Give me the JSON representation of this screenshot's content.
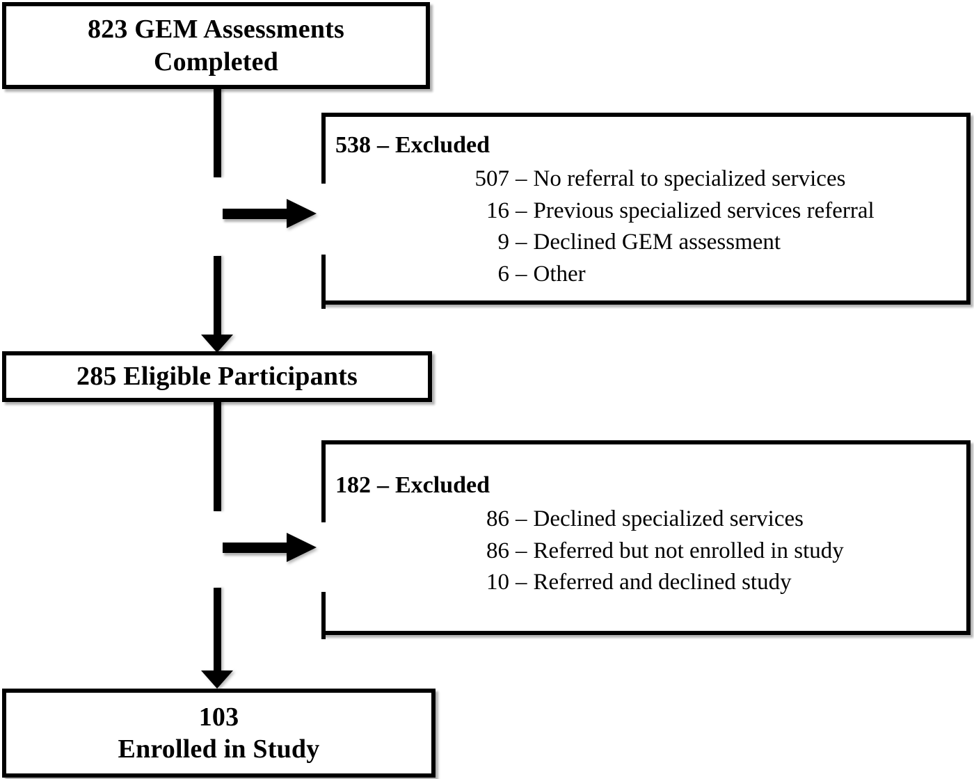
{
  "diagram": {
    "type": "participant-flow-chart",
    "nodes": {
      "top": {
        "line1": "823 GEM Assessments",
        "line2": "Completed"
      },
      "middle": {
        "line1": "285 Eligible Participants"
      },
      "bottom": {
        "line1": "103",
        "line2": "Enrolled in Study"
      }
    },
    "exclusions": [
      {
        "count": "538",
        "dash": "–",
        "title_label": "Excluded",
        "items": [
          {
            "count": "507",
            "dash": "–",
            "reason": "No referral to specialized services"
          },
          {
            "count": "16",
            "dash": "–",
            "reason": "Previous specialized services referral"
          },
          {
            "count": "9",
            "dash": "–",
            "reason": "Declined GEM assessment"
          },
          {
            "count": "6",
            "dash": "–",
            "reason": "Other"
          }
        ]
      },
      {
        "count": "182",
        "dash": "–",
        "title_label": "Excluded",
        "items": [
          {
            "count": "86",
            "dash": "–",
            "reason": "Declined specialized services"
          },
          {
            "count": "86",
            "dash": "–",
            "reason": "Referred but not enrolled in study"
          },
          {
            "count": "10",
            "dash": "–",
            "reason": "Referred and declined study"
          }
        ]
      }
    ],
    "colors": {
      "stroke": "#000000",
      "fill": "#ffffff",
      "text": "#000000"
    }
  }
}
